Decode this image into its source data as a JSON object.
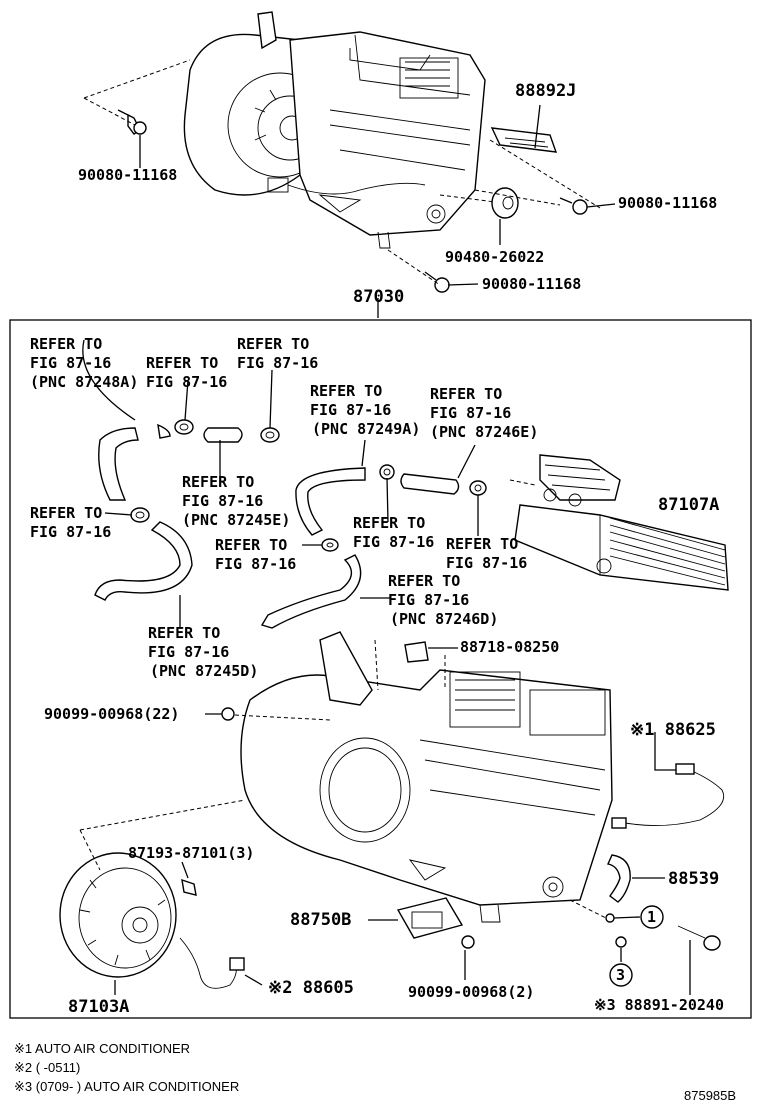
{
  "labels": {
    "p88892J": "88892J",
    "p90080_a": "90080-11168",
    "p90080_b": "90080-11168",
    "p90080_c": "90080-11168",
    "p90480": "90480-26022",
    "p87030": "87030",
    "p87107A": "87107A",
    "p88718": "88718-08250",
    "p90099_22": "90099-00968(22)",
    "p88625": "※1 88625",
    "p87193": "87193-87101(3)",
    "p88539": "88539",
    "p88750B": "88750B",
    "p87103A": "87103A",
    "p88605": "※2 88605",
    "p90099_2": "90099-00968(2)",
    "p88891": "※3 88891-20240",
    "circle1": "1",
    "circle3": "3"
  },
  "refers": [
    {
      "l1": "REFER TO",
      "l2": "FIG 87-16",
      "l3": "(PNC 87248A)"
    },
    {
      "l1": "REFER TO",
      "l2": "FIG 87-16",
      "l3": ""
    },
    {
      "l1": "REFER TO",
      "l2": "FIG 87-16",
      "l3": ""
    },
    {
      "l1": "REFER TO",
      "l2": "FIG 87-16",
      "l3": "(PNC 87249A)"
    },
    {
      "l1": "REFER TO",
      "l2": "FIG 87-16",
      "l3": "(PNC 87246E)"
    },
    {
      "l1": "REFER TO",
      "l2": "FIG 87-16",
      "l3": "(PNC 87245E)"
    },
    {
      "l1": "REFER TO",
      "l2": "FIG 87-16",
      "l3": ""
    },
    {
      "l1": "REFER TO",
      "l2": "FIG 87-16",
      "l3": ""
    },
    {
      "l1": "REFER TO",
      "l2": "FIG 87-16",
      "l3": ""
    },
    {
      "l1": "REFER TO",
      "l2": "FIG 87-16",
      "l3": ""
    },
    {
      "l1": "REFER TO",
      "l2": "FIG 87-16",
      "l3": "(PNC 87246D)"
    },
    {
      "l1": "REFER TO",
      "l2": "FIG 87-16",
      "l3": "(PNC 87245D)"
    }
  ],
  "notes": {
    "n1": "※1 AUTO AIR CONDITIONER",
    "n2": "※2 (      -0511)",
    "n3": "※3 (0709-      ) AUTO AIR CONDITIONER"
  },
  "figure_id": "875985B"
}
